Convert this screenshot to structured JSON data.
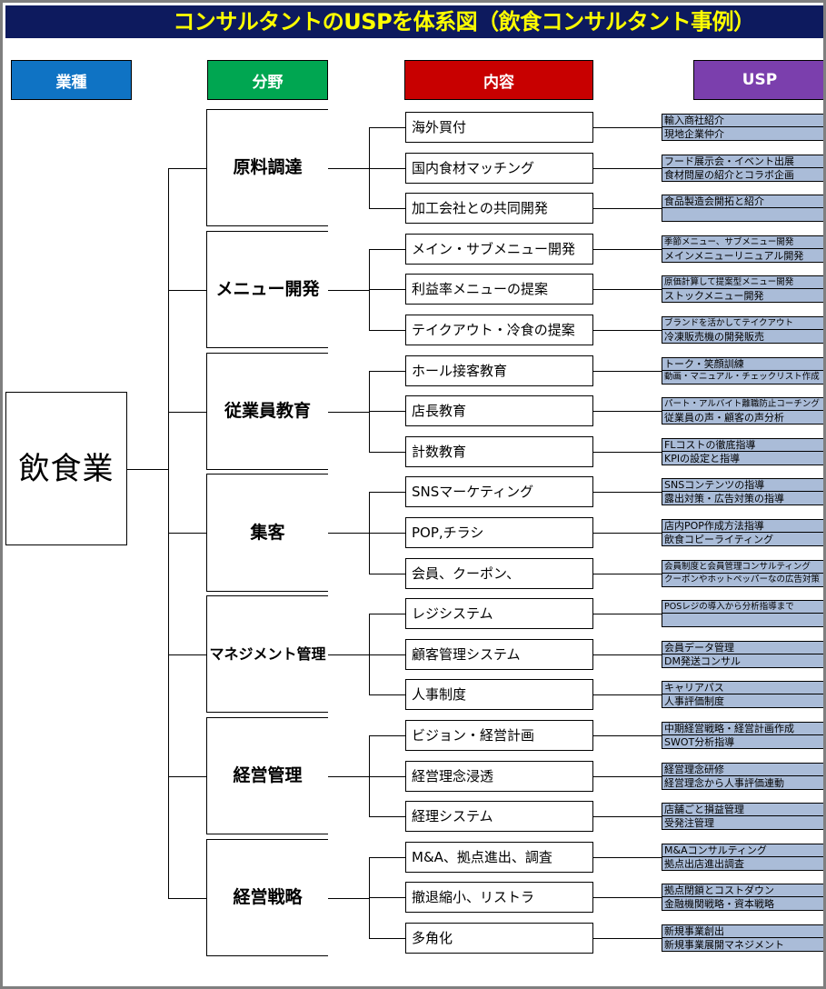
{
  "title": "コンサルタントのUSPを体系図（飲食コンサルタント事例）",
  "headers": {
    "industry": "業種",
    "field": "分野",
    "content": "内容",
    "usp": "USP"
  },
  "colors": {
    "title_bg": "#0d1a5e",
    "title_fg": "#ffff00",
    "industry_bg": "#0f73c4",
    "field_bg": "#00a651",
    "content_bg": "#c80000",
    "usp_bg": "#7b3fad",
    "usp_cell_bg": "#aabcd8",
    "page_border": "#7f7f7f"
  },
  "root": {
    "label": "飲食業"
  },
  "fields": [
    {
      "label": "原料調達",
      "items": [
        {
          "content": "海外買付",
          "usp": [
            "輸入商社紹介",
            "現地企業仲介"
          ]
        },
        {
          "content": "国内食材マッチング",
          "usp": [
            "フード展示会・イベント出展",
            "食材問屋の紹介とコラボ企画"
          ]
        },
        {
          "content": "加工会社との共同開発",
          "usp": [
            "食品製造会開拓と紹介",
            ""
          ]
        }
      ]
    },
    {
      "label": "メニュー開発",
      "items": [
        {
          "content": "メイン・サブメニュー開発",
          "usp": [
            "季節メニュー、サブメニュー開発",
            "メインメニューリニュアル開発"
          ]
        },
        {
          "content": "利益率メニューの提案",
          "usp": [
            "原価計算して提案型メニュー開発",
            "ストックメニュー開発"
          ]
        },
        {
          "content": "テイクアウト・冷食の提案",
          "usp": [
            "ブランドを活かしてテイクアウト",
            "冷凍販売機の開発販売"
          ]
        }
      ]
    },
    {
      "label": "従業員教育",
      "items": [
        {
          "content": "ホール接客教育",
          "usp": [
            "トーク・笑顔訓練",
            "動画・マニュアル・チェックリスト作成"
          ]
        },
        {
          "content": "店長教育",
          "usp": [
            "パート・アルバイト離職防止コーチング",
            "従業員の声・顧客の声分析"
          ]
        },
        {
          "content": "計数教育",
          "usp": [
            "FLコストの徹底指導",
            "KPIの設定と指導"
          ]
        }
      ]
    },
    {
      "label": "集客",
      "items": [
        {
          "content": "SNSマーケティング",
          "usp": [
            "SNSコンテンツの指導",
            "露出対策・広告対策の指導"
          ]
        },
        {
          "content": "POP,チラシ",
          "usp": [
            "店内POP作成方法指導",
            "飲食コピーライティング"
          ]
        },
        {
          "content": "会員、クーポン、",
          "usp": [
            "会員制度と会員管理コンサルティング",
            "クーポンやホットペッパーなの広告対策"
          ]
        }
      ]
    },
    {
      "label": "マネジメント管理",
      "items": [
        {
          "content": "レジシステム",
          "usp": [
            "POSレジの導入から分析指導まで",
            ""
          ]
        },
        {
          "content": "顧客管理システム",
          "usp": [
            "会員データ管理",
            "DM発送コンサル"
          ]
        },
        {
          "content": "人事制度",
          "usp": [
            "キャリアパス",
            "人事評価制度"
          ]
        }
      ]
    },
    {
      "label": "経営管理",
      "items": [
        {
          "content": "ビジョン・経営計画",
          "usp": [
            "中期経営戦略・経営計画作成",
            "SWOT分析指導"
          ]
        },
        {
          "content": "経営理念浸透",
          "usp": [
            "経営理念研修",
            "経営理念から人事評価連動"
          ]
        },
        {
          "content": "経理システム",
          "usp": [
            "店舗ごと損益管理",
            "受発注管理"
          ]
        }
      ]
    },
    {
      "label": "経営戦略",
      "items": [
        {
          "content": "M&A、拠点進出、調査",
          "usp": [
            "M&Aコンサルティング",
            "拠点出店進出調査"
          ]
        },
        {
          "content": "撤退縮小、リストラ",
          "usp": [
            "拠点閉鎖とコストダウン",
            "金融機関戦略・資本戦略"
          ]
        },
        {
          "content": "多角化",
          "usp": [
            "新規事業創出",
            "新規事業展開マネジメント"
          ]
        }
      ]
    }
  ]
}
